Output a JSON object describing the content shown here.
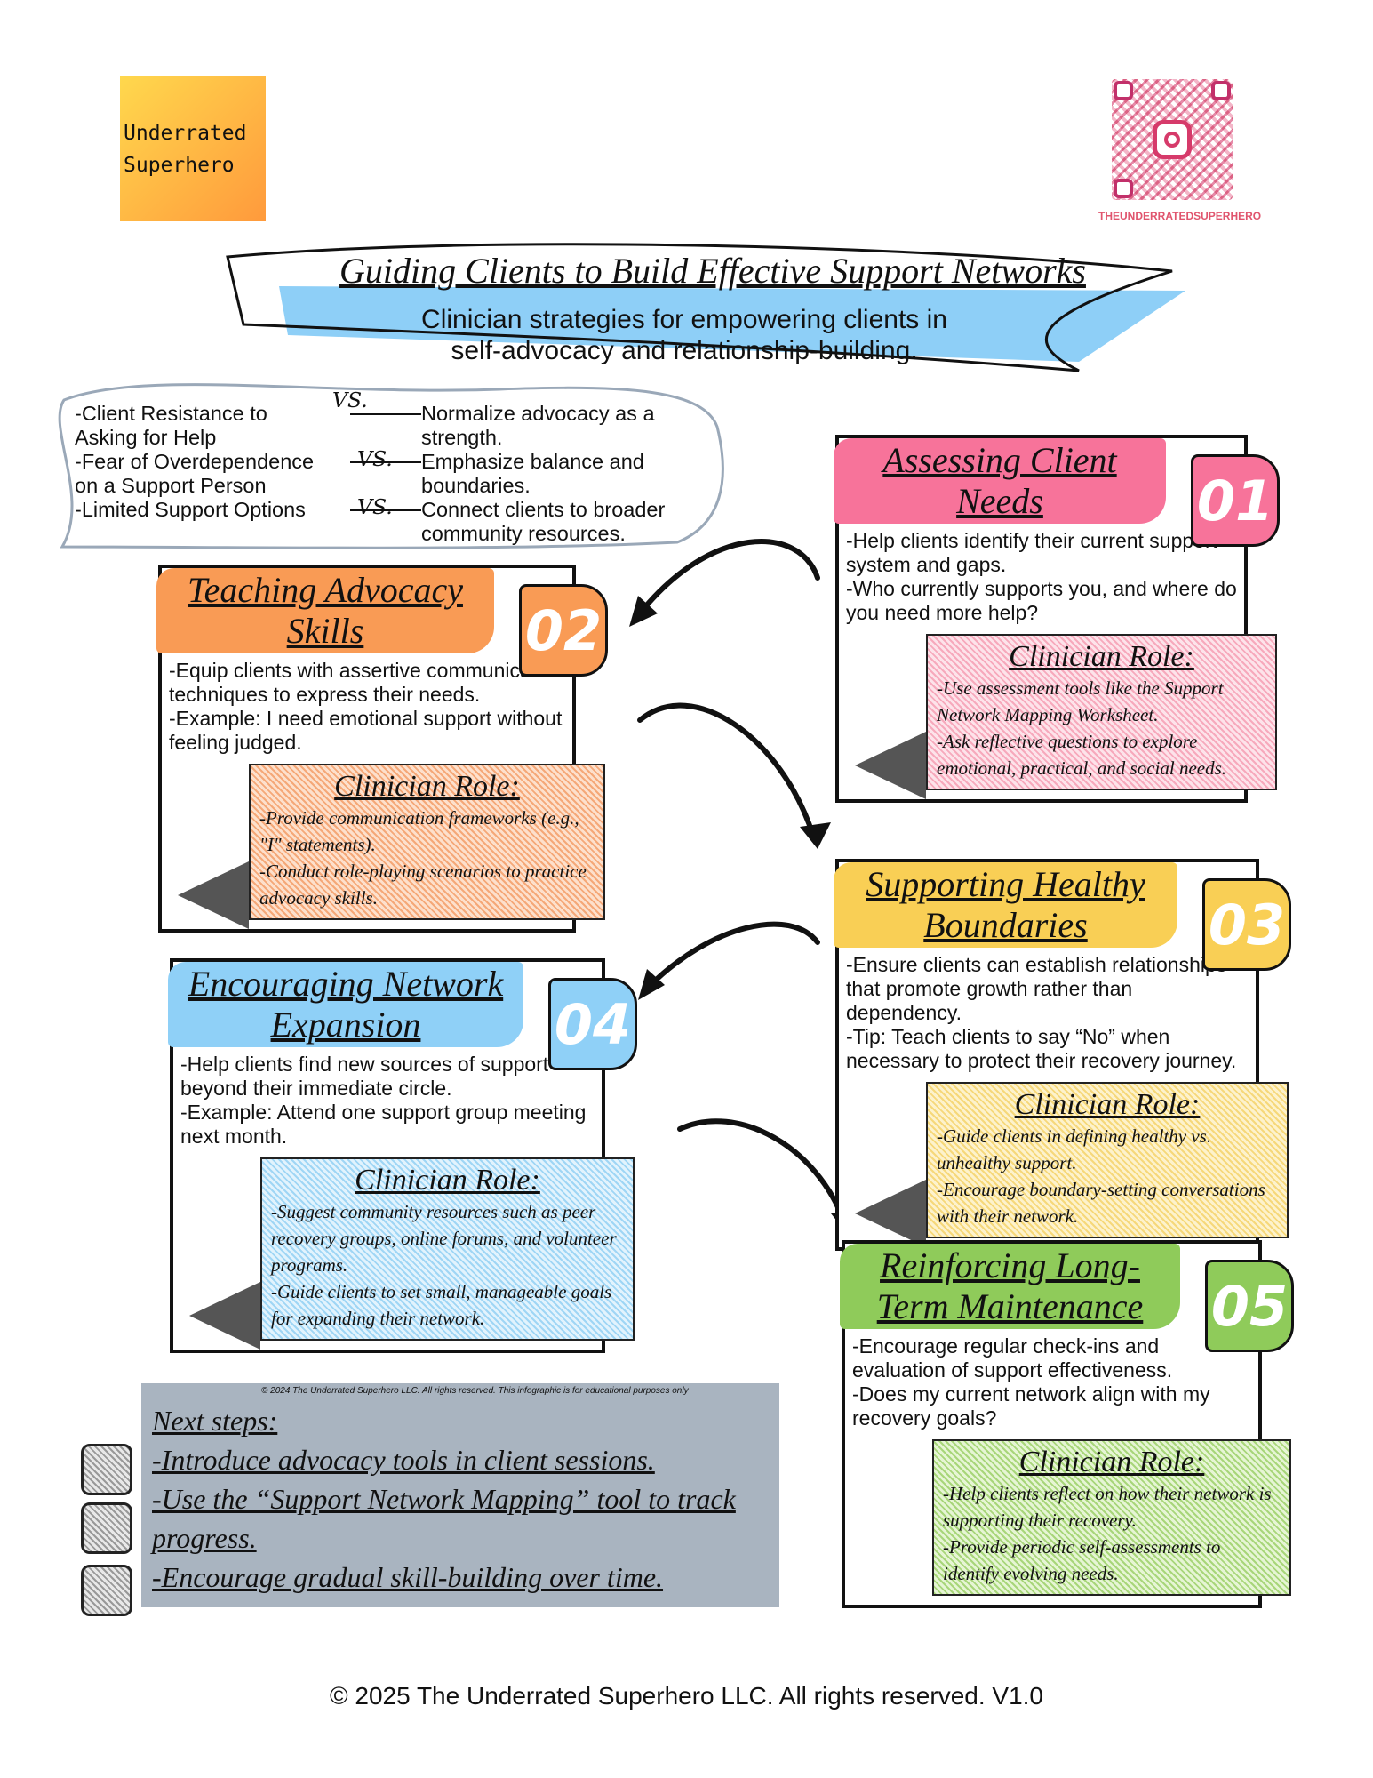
{
  "logo": {
    "line1": "Underrated",
    "line2": "Superhero"
  },
  "qr": {
    "label": "THEUNDERRATEDSUPERHERO",
    "icon": "instagram-icon"
  },
  "header": {
    "title": "Guiding Clients to Build Effective Support Networks",
    "subtitle_1": "Clinician strategies for empowering clients in",
    "subtitle_2": "self-advocacy and relationship-building."
  },
  "comparisons": [
    {
      "challenge": [
        "-Client Resistance to",
        "Asking for Help"
      ],
      "vs": "VS.",
      "solution": [
        "Normalize advocacy as a",
        "strength."
      ]
    },
    {
      "challenge": [
        "-Fear of Overdependence",
        "on a Support Person"
      ],
      "vs": "VS.",
      "solution": [
        "Emphasize balance and",
        "boundaries."
      ]
    },
    {
      "challenge": [
        "-Limited Support Options",
        ""
      ],
      "vs": "VS.",
      "solution": [
        "Connect clients to broader",
        "community resources."
      ]
    }
  ],
  "sections": [
    {
      "number": "01",
      "title": "Assessing Client Needs",
      "color": "#f7739a",
      "body": [
        "-Help clients identify their current support system and gaps.",
        "-Who currently supports you, and where do you need more help?"
      ],
      "role_title": "Clinician Role:",
      "role": [
        "-Use assessment tools like the Support Network Mapping Worksheet.",
        "-Ask reflective questions to explore emotional, practical, and social needs."
      ]
    },
    {
      "number": "02",
      "title": "Teaching Advocacy Skills",
      "color": "#f99b55",
      "body": [
        "-Equip clients with assertive communication techniques to express their needs.",
        "-Example: I need emotional support without feeling judged."
      ],
      "role_title": "Clinician Role:",
      "role": [
        "-Provide communication frameworks (e.g., \"I\" statements).",
        "-Conduct role-playing scenarios to practice advocacy skills."
      ]
    },
    {
      "number": "03",
      "title": "Supporting Healthy Boundaries",
      "color": "#f9cf55",
      "body": [
        "-Ensure clients can establish relationships that promote growth rather than dependency.",
        "-Tip: Teach clients to say “No” when necessary to protect their recovery journey."
      ],
      "role_title": "Clinician Role:",
      "role": [
        "-Guide clients in defining healthy vs. unhealthy support.",
        "-Encourage boundary-setting conversations with their network."
      ]
    },
    {
      "number": "04",
      "title": "Encouraging Network Expansion",
      "color": "#8fd0f7",
      "body": [
        "-Help clients find new sources of support beyond their immediate circle.",
        "-Example: Attend one support group meeting next month."
      ],
      "role_title": "Clinician Role:",
      "role": [
        "-Suggest community resources such as peer recovery groups, online forums, and volunteer programs.",
        "-Guide clients to set small, manageable goals for expanding their network."
      ]
    },
    {
      "number": "05",
      "title": "Reinforcing Long-Term Maintenance",
      "color": "#8fcb5a",
      "body": [
        "-Encourage regular check-ins and evaluation of support effectiveness.",
        "-Does my current network align with my recovery goals?"
      ],
      "role_title": "Clinician Role:",
      "role": [
        "-Help clients reflect on how their network is supporting their recovery.",
        "-Provide periodic self-assessments to identify evolving needs."
      ]
    }
  ],
  "next_steps": {
    "copyright": "© 2024 The Underrated Superhero LLC. All rights reserved. This infographic is for educational purposes only",
    "title": "Next steps:",
    "items": [
      "-Introduce advocacy tools in client sessions.",
      "-Use the “Support Network Mapping” tool to track progress.",
      "-Encourage gradual skill-building over time."
    ]
  },
  "footer": "© 2025 The Underrated Superhero LLC. All rights reserved. V1.0"
}
